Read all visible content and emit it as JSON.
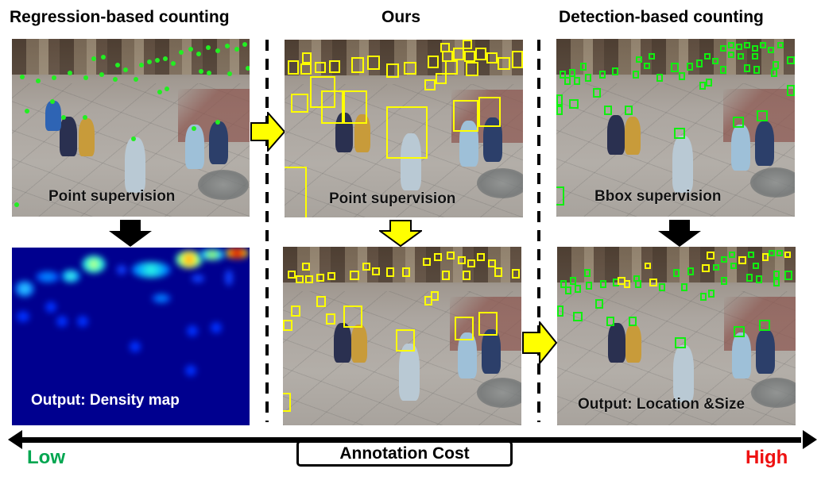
{
  "columns": {
    "regression": {
      "title": "Regression-based counting",
      "top_label": "Point supervision",
      "bottom_label": "Output: Density map"
    },
    "ours": {
      "title": "Ours",
      "top_label": "Point supervision"
    },
    "detection": {
      "title": "Detection-based counting",
      "top_label": "Bbox supervision",
      "bottom_label": "Output: Location &Size"
    }
  },
  "axis": {
    "label": "Annotation Cost",
    "low_label": "Low",
    "high_label": "High",
    "low_color": "#00a650",
    "high_color": "#ee1111"
  },
  "colors": {
    "point_annotation": "#22ee22",
    "pseudo_box": "#ffff00",
    "gt_box": "#11ee11",
    "density_background": "#00008f",
    "arrow_yellow": "#ffff00",
    "arrow_black": "#000000"
  },
  "icons": {
    "flow_right": "yellow-right-arrow",
    "flow_down_yellow": "yellow-down-arrow",
    "flow_down_black": "black-down-arrow",
    "axis": "double-headed-arrow"
  }
}
